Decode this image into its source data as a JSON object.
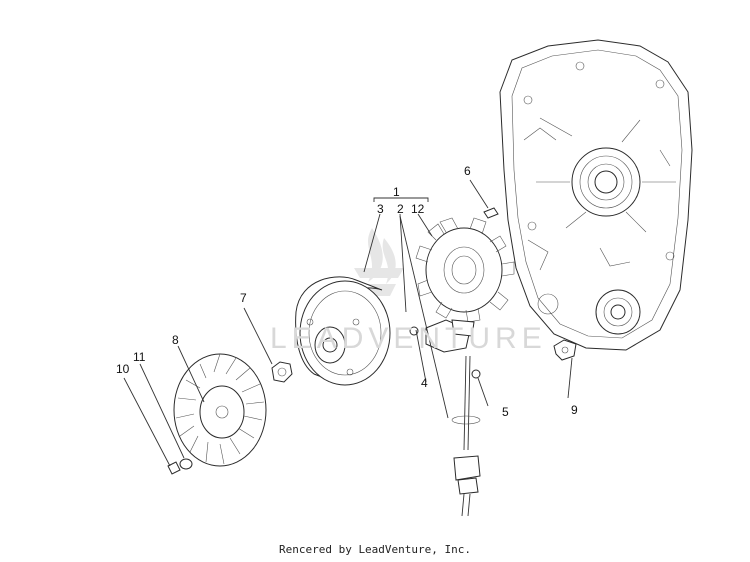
{
  "callouts": {
    "c1": "1",
    "c2": "2",
    "c3": "3",
    "c4": "4",
    "c5": "5",
    "c6": "6",
    "c7": "7",
    "c8": "8",
    "c9": "9",
    "c10": "10",
    "c11": "11",
    "c12": "12"
  },
  "watermark": "LEADVENTURE",
  "footer": "Rencered by LeadVenture, Inc."
}
